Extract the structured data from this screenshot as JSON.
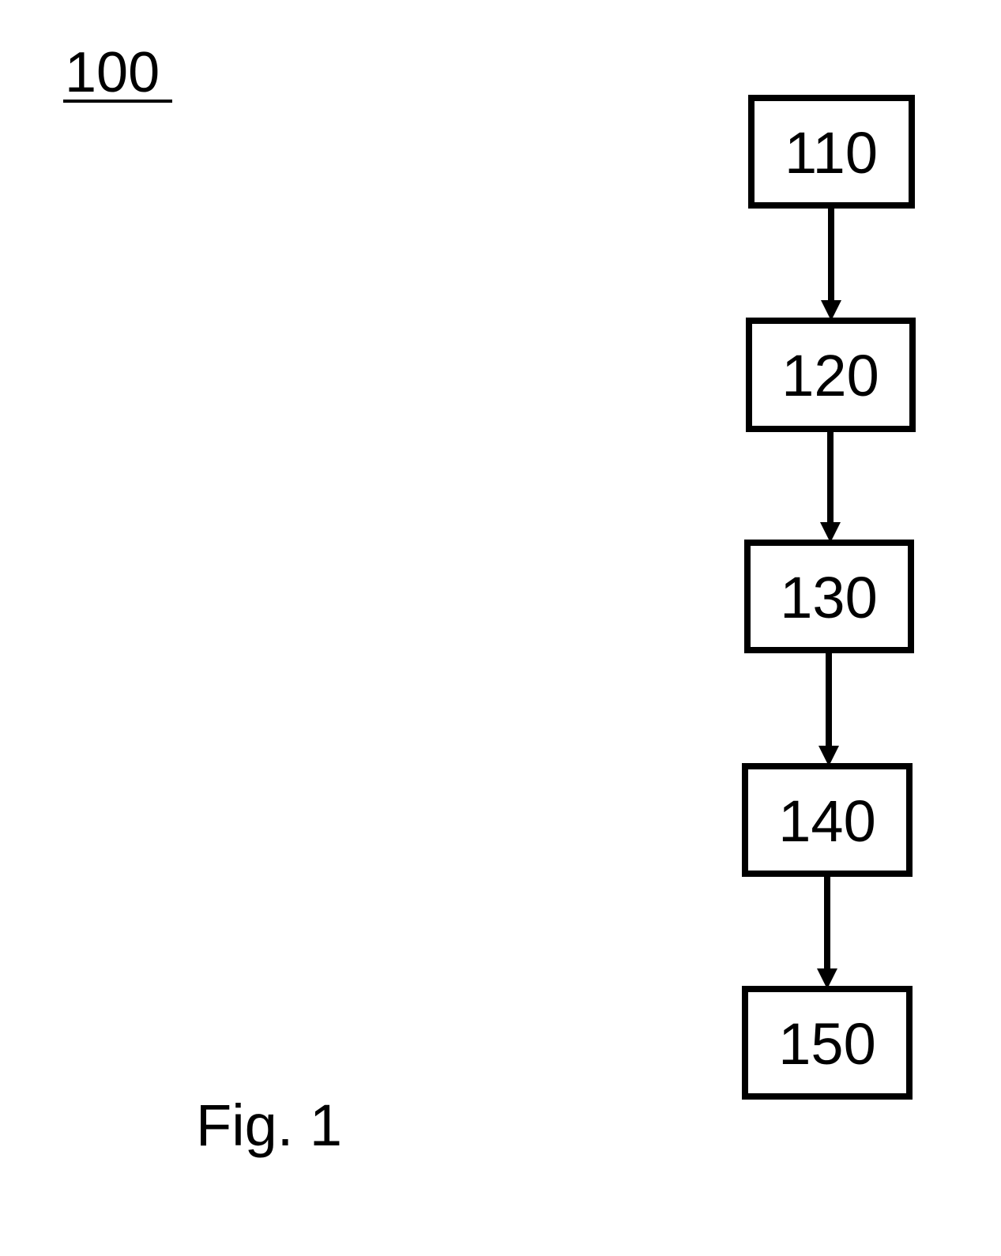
{
  "reference_numeral": "100",
  "figure_caption": "Fig. 1",
  "boxes": [
    {
      "label": "110"
    },
    {
      "label": "120"
    },
    {
      "label": "130"
    },
    {
      "label": "140"
    },
    {
      "label": "150"
    }
  ],
  "colors": {
    "ink": "#000000",
    "background": "#ffffff"
  }
}
